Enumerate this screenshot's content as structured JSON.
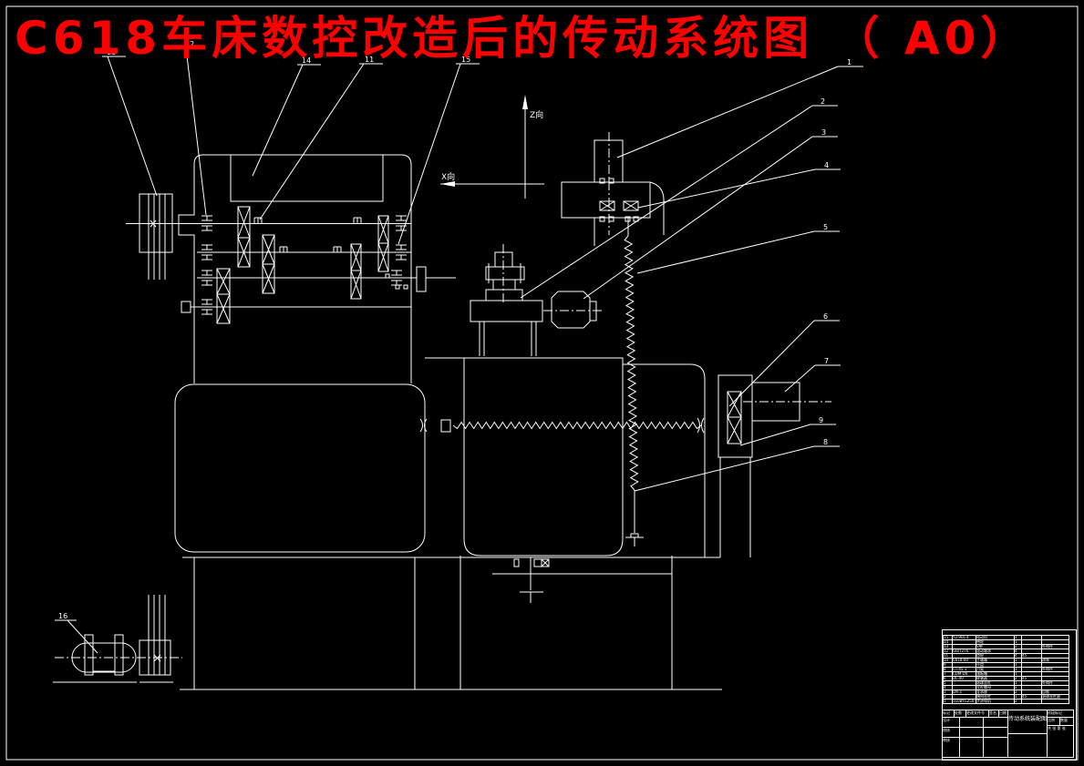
{
  "title": {
    "text": "C618车床数控改造后的传动系统图 （ A0）",
    "color": "#ff0000"
  },
  "axis": {
    "z": "Z向",
    "x": "X向"
  },
  "callouts": {
    "c13": "13",
    "c12": "12",
    "c14": "14",
    "c11": "11",
    "c15": "15",
    "c1": "1",
    "c2": "2",
    "c3": "3",
    "c4": "4",
    "c5": "5",
    "c6": "6",
    "c7": "7",
    "c9": "9",
    "c8": "8",
    "c16": "16"
  },
  "line_colors": {
    "drawing": "#ffffff",
    "background": "#000000"
  },
  "bom": {
    "rows": [
      {
        "no": "15",
        "code": "Y2-90L-4",
        "name": "电动机",
        "qty": "1",
        "mat": "",
        "rem": ""
      },
      {
        "no": "14",
        "code": "",
        "name": "带轮",
        "qty": "1",
        "mat": "",
        "rem": ""
      },
      {
        "no": "13",
        "code": "",
        "name": "V带",
        "qty": "2",
        "mat": "",
        "rem": "外购件"
      },
      {
        "no": "12",
        "code": "GB/T276",
        "name": "滚动轴承",
        "qty": "4",
        "mat": "",
        "rem": ""
      },
      {
        "no": "11",
        "code": "",
        "name": "齿轮",
        "qty": "4",
        "mat": "45",
        "rem": ""
      },
      {
        "no": "10",
        "code": "C618-00",
        "name": "主轴箱",
        "qty": "1",
        "mat": "",
        "rem": "改装"
      },
      {
        "no": "9",
        "code": "",
        "name": "卡盘",
        "qty": "1",
        "mat": "",
        "rem": ""
      },
      {
        "no": "8",
        "code": "CT-45-1",
        "name": "刀架",
        "qty": "1",
        "mat": "",
        "rem": "外购件"
      },
      {
        "no": "7",
        "code": "CDM-D4",
        "name": "溜板箱",
        "qty": "1",
        "mat": "",
        "rem": ""
      },
      {
        "no": "6",
        "code": "DL-40",
        "name": "联轴器",
        "qty": "2",
        "mat": "45",
        "rem": ""
      },
      {
        "no": "5",
        "code": "",
        "name": "滚珠丝杠",
        "qty": "1",
        "mat": "",
        "rem": "外购件"
      },
      {
        "no": "4",
        "code": "",
        "name": "丝杠螺母",
        "qty": "2",
        "mat": "",
        "rem": ""
      },
      {
        "no": "3",
        "code": "LM-3",
        "name": "支承座",
        "qty": "2",
        "mat": "",
        "rem": "自制"
      },
      {
        "no": "2",
        "code": "",
        "name": "横向丝杠",
        "qty": "1",
        "mat": "45",
        "rem": "滚珠丝杠副"
      },
      {
        "no": "1",
        "code": "110BYG250",
        "name": "步进电机",
        "qty": "2",
        "mat": "",
        "rem": ""
      }
    ],
    "titleblock": {
      "drawing_name": "传动系统装配图",
      "header_cells": [
        "标记",
        "处数",
        "更改文件号",
        "签名",
        "日期"
      ],
      "sign_rows": [
        "设计",
        "校核",
        "审核"
      ],
      "stage_label": "阶段标记",
      "scale_label": "比例",
      "qty_label": "数量",
      "sheet_label": "共 张 第 张"
    }
  }
}
